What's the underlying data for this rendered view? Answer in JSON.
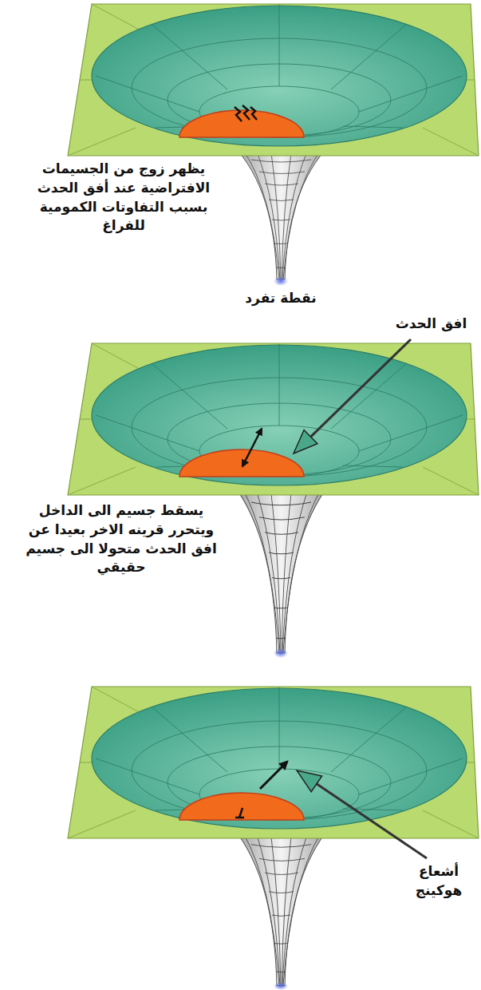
{
  "diagram": {
    "labels": [
      "يظهر زوج من الجسيمات الافتراضية عند أفق الحدث بسبب التفاوتات الكمومية للفراغ",
      "نقطة تفرد",
      "افق الحدث",
      "يسقط جسيم الى الداخل ويتحرر قرينه الاخر بعيدا عن افق الحدث متحولا الى جسيم حقيقي",
      "أشعاع هوكينج"
    ]
  }
}
